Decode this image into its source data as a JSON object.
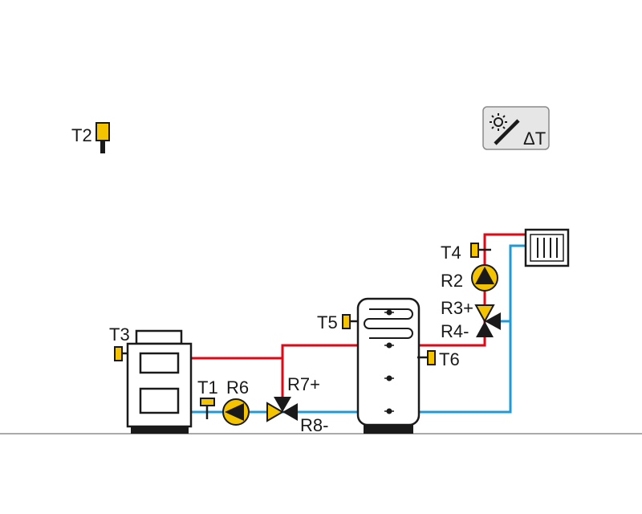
{
  "labels": {
    "t1": "T1",
    "t2": "T2",
    "t3": "T3",
    "t4": "T4",
    "t5": "T5",
    "t6": "T6",
    "r2": "R2",
    "r3": "R3+",
    "r4": "R4-",
    "r6": "R6",
    "r7": "R7+",
    "r8": "R8-"
  },
  "controller": {
    "icon": "solar-delta-t-icon",
    "text": "ΔT"
  },
  "colors": {
    "hot": "#e30613",
    "cold": "#1e9ad6",
    "sensor": "#f5c400",
    "outline": "#1a1a1a"
  }
}
